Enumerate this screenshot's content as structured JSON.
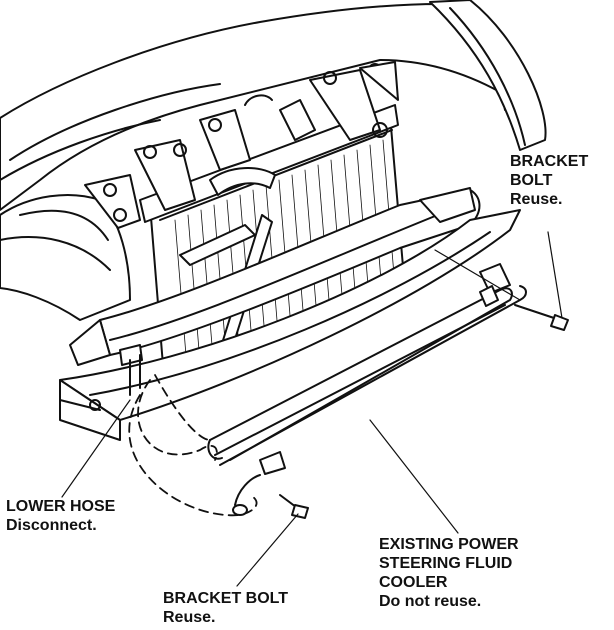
{
  "callouts": {
    "top_bracket_bolt": {
      "line1": "BRACKET",
      "line2": "BOLT",
      "line3": "Reuse."
    },
    "lower_hose": {
      "line1": "LOWER HOSE",
      "line2": "Disconnect."
    },
    "bottom_bracket_bolt": {
      "line1": "BRACKET BOLT",
      "line2": "Reuse."
    },
    "cooler": {
      "line1": "EXISTING POWER",
      "line2": "STEERING FLUID",
      "line3": "COOLER",
      "line4": "Do not reuse."
    }
  },
  "colors": {
    "ink": "#111111",
    "paper": "#ffffff",
    "shade": "#eeeeee"
  }
}
